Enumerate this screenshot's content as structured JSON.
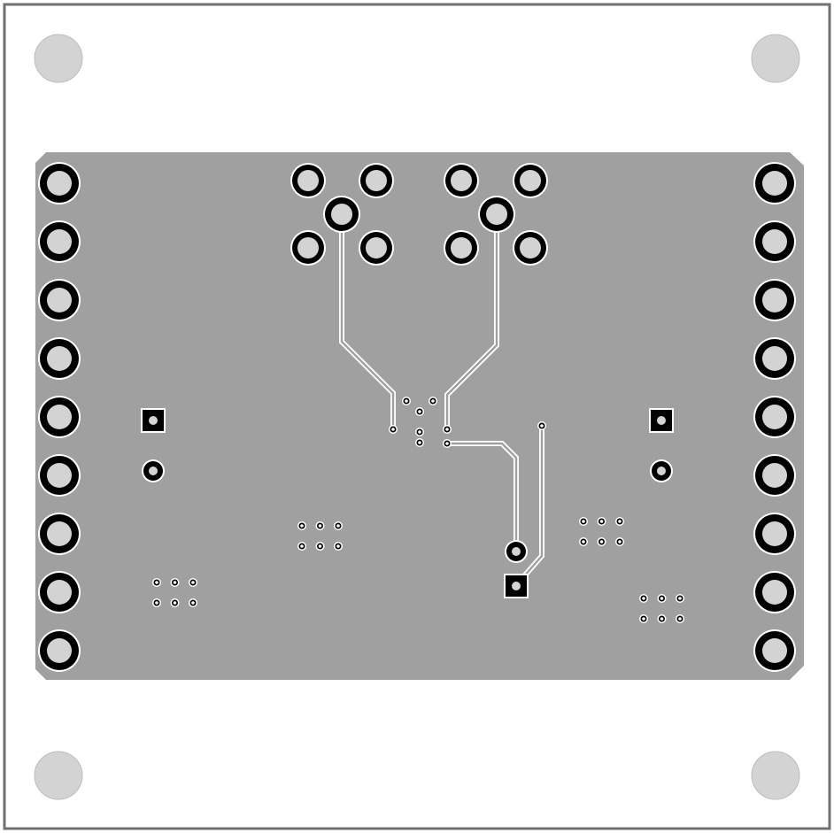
{
  "title": "",
  "colors": {
    "background": "#ffffff",
    "outline": "#707070",
    "copper": "#a0a0a0",
    "pad_ring": "#000000",
    "pad_hole": "#d3d3d3",
    "trace_edge": "#ffffff",
    "mount_hole": "#d3d3d3"
  },
  "counts": {
    "mounting_holes": 4,
    "left_header_pins": 9,
    "right_header_pins": 9,
    "connector_groups": 2
  },
  "icons": [
    "mounting-hole-icon",
    "through-hole-pad-icon",
    "square-pad-icon",
    "via-icon",
    "trace-icon"
  ]
}
